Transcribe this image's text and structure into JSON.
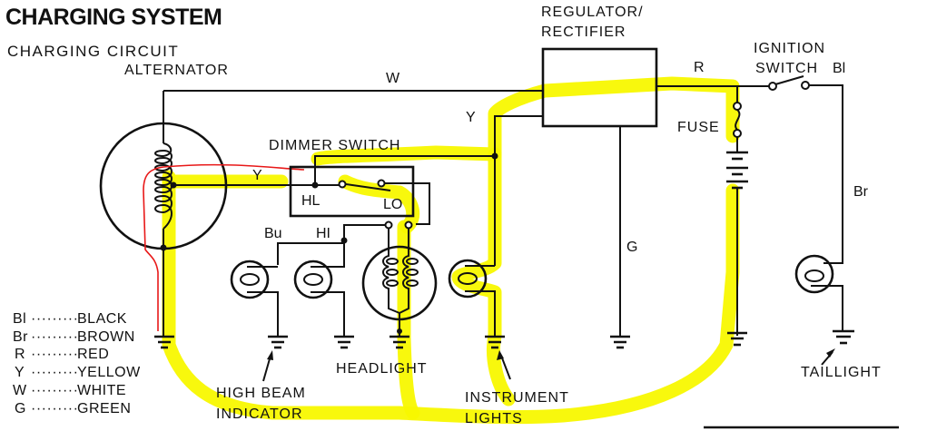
{
  "header": {
    "title": "CHARGING SYSTEM",
    "subtitle": "CHARGING CIRCUIT"
  },
  "components": {
    "alternator": "ALTERNATOR",
    "regulator_line1": "REGULATOR/",
    "regulator_line2": "RECTIFIER",
    "ignition_line1": "IGNITION",
    "ignition_line2": "SWITCH",
    "dimmer_switch": "DIMMER SWITCH",
    "dimmer_hi": "HL",
    "dimmer_lo": "LO",
    "fuse": "FUSE",
    "headlight": "HEADLIGHT",
    "high_beam_line1": "HIGH BEAM",
    "high_beam_line2": "INDICATOR",
    "instrument_line1": "INSTRUMENT",
    "instrument_line2": "LIGHTS",
    "taillight": "TAILLIGHT"
  },
  "wire_labels": {
    "white": "W",
    "red": "R",
    "yellow_alt": "Y",
    "yellow_reg": "Y",
    "black": "Bl",
    "brown": "Br",
    "green": "G",
    "blue": "Bu",
    "hi": "HI"
  },
  "legend": [
    {
      "code": "Bl",
      "color": "BLACK"
    },
    {
      "code": "Br",
      "color": "BROWN"
    },
    {
      "code": "R",
      "color": "RED"
    },
    {
      "code": "Y",
      "color": "YELLOW"
    },
    {
      "code": "W",
      "color": "WHITE"
    },
    {
      "code": "G",
      "color": "GREEN"
    }
  ],
  "annotation_colors": {
    "highlight": "#f8f800",
    "trace": "#e81818"
  }
}
